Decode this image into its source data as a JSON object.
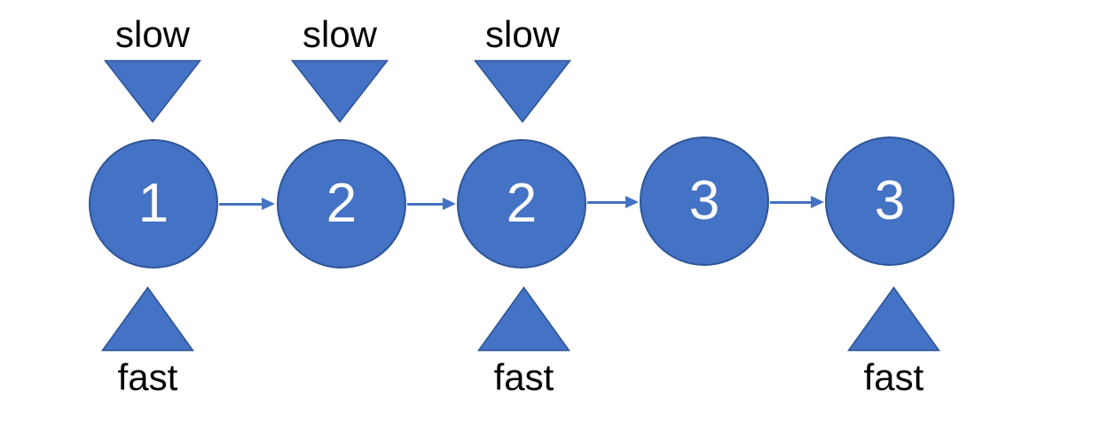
{
  "diagram": {
    "kind": "linked-list with slow/fast pointers",
    "nodes": [
      {
        "value": "1"
      },
      {
        "value": "2"
      },
      {
        "value": "2"
      },
      {
        "value": "3"
      },
      {
        "value": "3"
      }
    ],
    "edges": [
      [
        0,
        1
      ],
      [
        1,
        2
      ],
      [
        2,
        3
      ],
      [
        3,
        4
      ]
    ],
    "pointers": {
      "slow": {
        "label": "slow",
        "node_indexes": [
          0,
          1,
          2
        ]
      },
      "fast": {
        "label": "fast",
        "node_indexes": [
          0,
          2,
          4
        ]
      }
    },
    "colors": {
      "shape_fill": "#4472C4",
      "shape_stroke": "#2E5597",
      "arrow": "#4472C4",
      "node_text": "#FFFFFF",
      "label_text": "#000000",
      "background": "#FFFFFF"
    }
  }
}
